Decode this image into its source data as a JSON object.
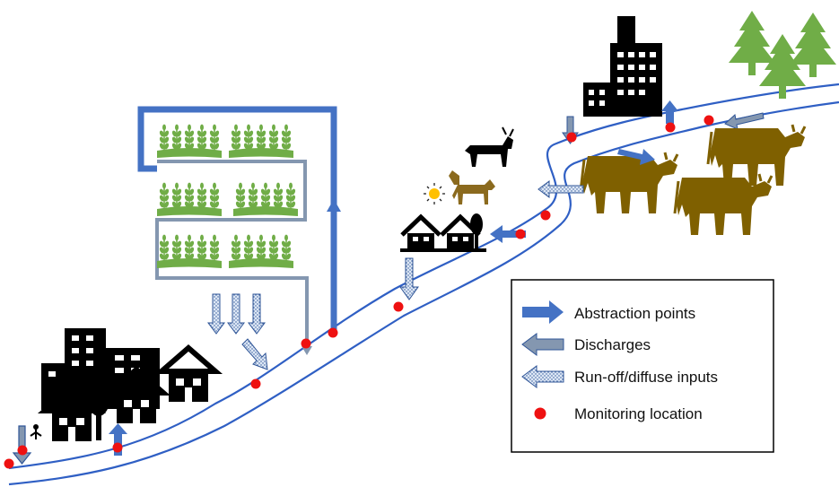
{
  "colors": {
    "river": "#2f5fc4",
    "abstraction": "#4472c4",
    "discharge": "#8497b0",
    "runoff_stroke": "#2f5597",
    "runoff_fill": "#dde7f5",
    "monitor": "#ee1111",
    "crop": "#70ad47",
    "tree": "#70ad47",
    "cattle": "#7f6000",
    "horse": "#8b6a1e",
    "sun": "#ffc000",
    "building": "#000000"
  },
  "icons": [
    "city-icon",
    "house-icon",
    "wheat-field-icon",
    "factory-icon",
    "pine-tree-icon",
    "cow-icon",
    "goat-icon",
    "horse-icon",
    "sun-icon"
  ],
  "legend": {
    "items": [
      {
        "key": "abstraction",
        "icon": "abstraction-arrow-icon",
        "label": "Abstraction points"
      },
      {
        "key": "discharge",
        "icon": "discharge-arrow-icon",
        "label": "Discharges"
      },
      {
        "key": "runoff",
        "icon": "runoff-arrow-icon",
        "label": "Run-off/diffuse inputs"
      },
      {
        "key": "monitor",
        "icon": "monitoring-dot-icon",
        "label": "Monitoring location"
      }
    ]
  }
}
